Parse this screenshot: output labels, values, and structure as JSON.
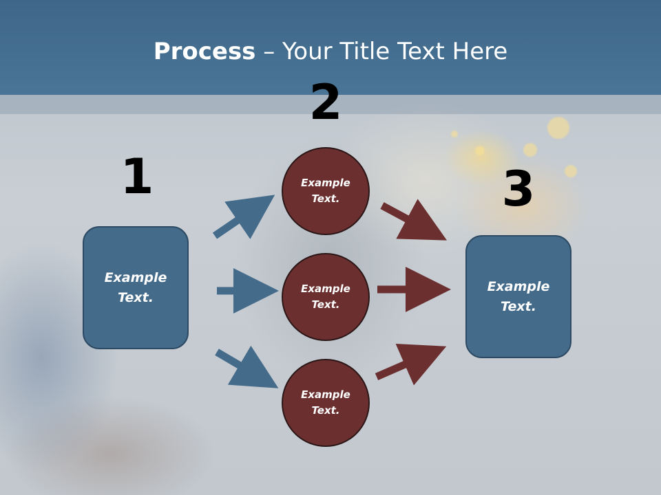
{
  "title": {
    "bold": "Process",
    "rest": " – Your Title Text Here"
  },
  "numbers": [
    "1",
    "2",
    "3"
  ],
  "left_box": {
    "text": "Example\nText."
  },
  "right_box": {
    "text": "Example\nText."
  },
  "circles": [
    {
      "text": "Example\nText."
    },
    {
      "text": "Example\nText."
    },
    {
      "text": "Example\nText."
    }
  ],
  "colors": {
    "header_band": "#456d8e",
    "box_fill": "#456b8a",
    "circle_fill": "#6b2f2f",
    "blue_arrow": "#456b8a",
    "red_arrow": "#6b2f2f"
  }
}
